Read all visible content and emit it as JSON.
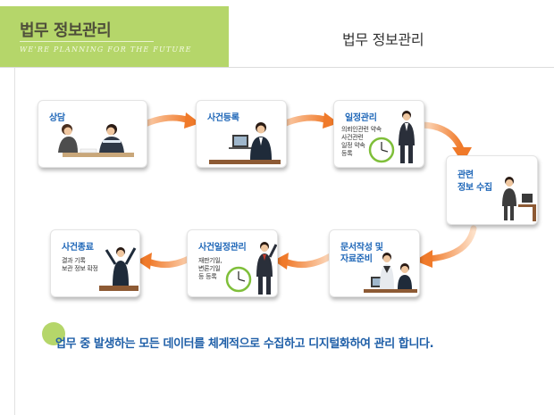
{
  "header": {
    "brand_title": "법무 정보관리",
    "brand_slogan": "WE'RE PLANNING FOR THE FUTURE",
    "page_title": "법무 정보관리"
  },
  "steps": [
    {
      "title": "상담",
      "desc": []
    },
    {
      "title": "사건등록",
      "desc": []
    },
    {
      "title": "일정관리",
      "desc": [
        "의뢰인관련 약속",
        "사건관련",
        "일정 약속",
        "등록"
      ]
    },
    {
      "title": "관련",
      "title2": "정보 수집",
      "desc": []
    },
    {
      "title": "문서작성 및",
      "title2": "자료준비",
      "desc": []
    },
    {
      "title": "사건일정관리",
      "desc": [
        "재판기일,",
        "변론기일",
        "등 등록"
      ]
    },
    {
      "title": "사건종료",
      "desc": [
        "결과 기록",
        "보관 정보 확정"
      ]
    }
  ],
  "footer": {
    "text": "업무 중 발생하는 모든 데이터를  체계적으로 수집하고 디지털화하여 관리 합니다."
  },
  "colors": {
    "brand_green": "#b5d66a",
    "title_blue": "#1f67b8",
    "arrow_orange": "#f07a2a",
    "footer_blue": "#1f5fa8"
  }
}
